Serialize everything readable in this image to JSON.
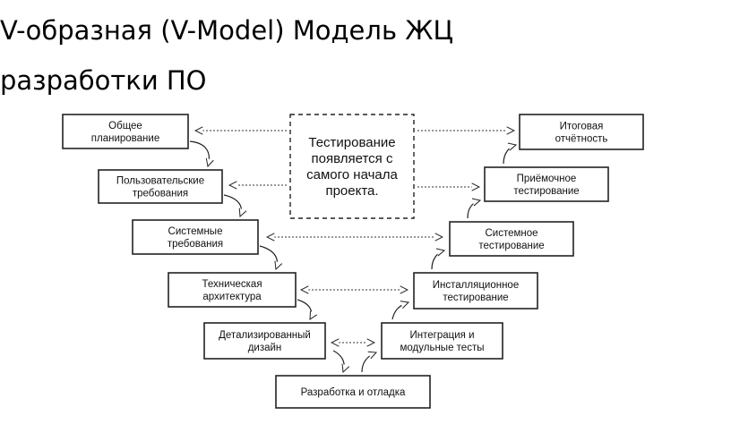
{
  "title": {
    "line1": "V-образная (V-Model) Модель ЖЦ",
    "line2": "разработки ПО"
  },
  "note": {
    "lines": [
      "Тестирование",
      "появляется с",
      "самого начала",
      "проекта."
    ]
  },
  "left_stages": [
    {
      "id": "planning",
      "lines": [
        "Общее",
        "планирование"
      ]
    },
    {
      "id": "user-req",
      "lines": [
        "Пользовательские",
        "требования"
      ]
    },
    {
      "id": "system-req",
      "lines": [
        "Системные",
        "требования"
      ]
    },
    {
      "id": "tech-arch",
      "lines": [
        "Техническая",
        "архитектура"
      ]
    },
    {
      "id": "detailed-design",
      "lines": [
        "Детализированный",
        "дизайн"
      ]
    }
  ],
  "bottom_stage": {
    "id": "development",
    "lines": [
      "Разработка и отладка"
    ]
  },
  "right_stages": [
    {
      "id": "integration-tests",
      "lines": [
        "Интеграция и",
        "модульные тесты"
      ]
    },
    {
      "id": "installation-testing",
      "lines": [
        "Инсталляционное",
        "тестирование"
      ]
    },
    {
      "id": "system-testing",
      "lines": [
        "Системное",
        "тестирование"
      ]
    },
    {
      "id": "acceptance-testing",
      "lines": [
        "Приёмочное",
        "тестирование"
      ]
    },
    {
      "id": "final-report",
      "lines": [
        "Итоговая",
        "отчётность"
      ]
    }
  ]
}
